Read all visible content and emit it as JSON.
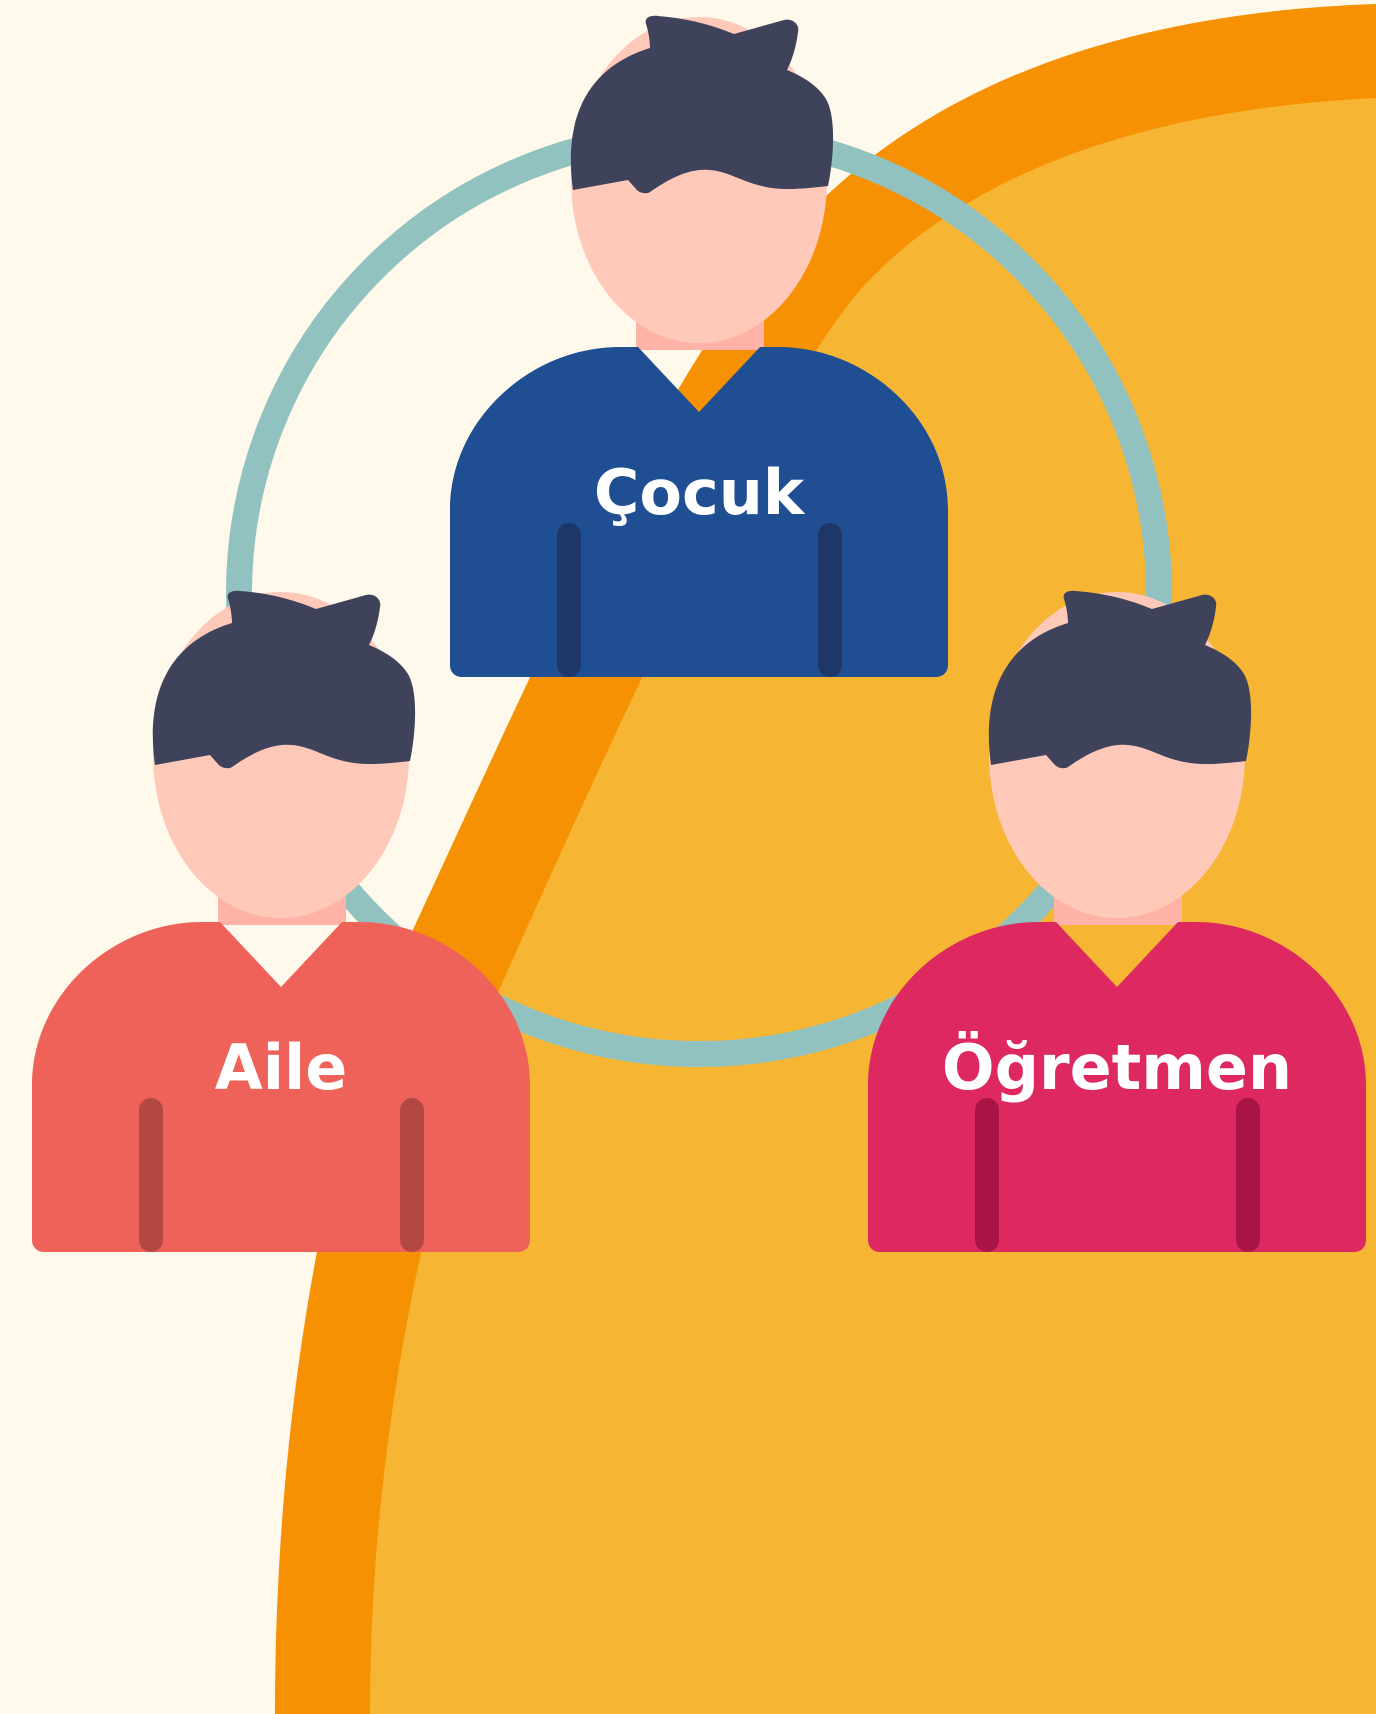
{
  "diagram": {
    "people": [
      {
        "id": "cocuk",
        "label": "Çocuk",
        "shirt_color": "#1F4E92",
        "stripe_color": "#1E3767"
      },
      {
        "id": "aile",
        "label": "Aile",
        "shirt_color": "#EF625A",
        "stripe_color": "#B34842"
      },
      {
        "id": "ogretmen",
        "label": "Öğretmen",
        "shirt_color": "#DD295F",
        "stripe_color": "#A81446"
      }
    ],
    "colors": {
      "background": "#FEF9EA",
      "big_shape_fill": "#F6B633",
      "big_shape_outline": "#F79104",
      "connector_ring": "#92C2C0",
      "hair": "#3E425A",
      "skin": "#FFC9BA",
      "neck": "#FFB3A6"
    }
  }
}
